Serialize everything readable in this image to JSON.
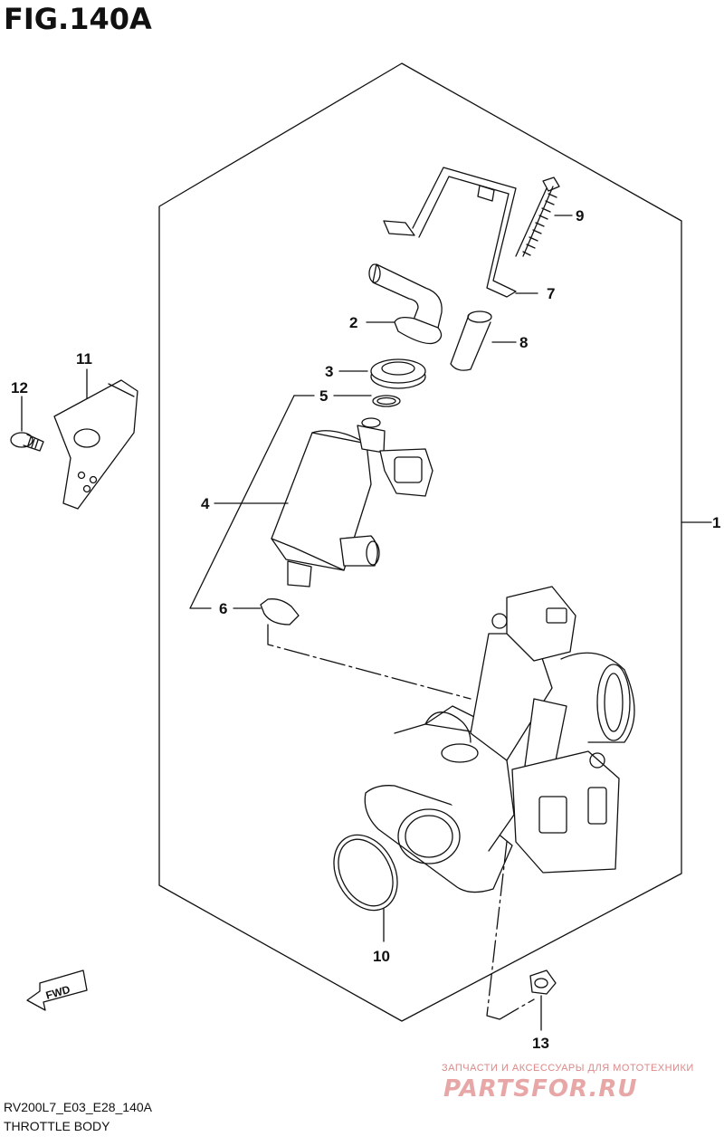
{
  "figure": {
    "title": "FIG.140A",
    "code": "RV200L7_E03_E28_140A",
    "name": "THROTTLE BODY"
  },
  "callouts": {
    "c1": "1",
    "c2": "2",
    "c3": "3",
    "c4": "4",
    "c5": "5",
    "c6": "6",
    "c7": "7",
    "c8": "8",
    "c9": "9",
    "c10": "10",
    "c11": "11",
    "c12": "12",
    "c13": "13"
  },
  "fwd_label": "FWD",
  "watermark": {
    "line1": "ЗАПЧАСТИ И АКСЕССУАРЫ ДЛЯ МОТОТЕХНИКИ",
    "line2": "PARTSFOR.RU"
  },
  "colors": {
    "line": "#111111",
    "watermark": "#e8a7a7"
  }
}
